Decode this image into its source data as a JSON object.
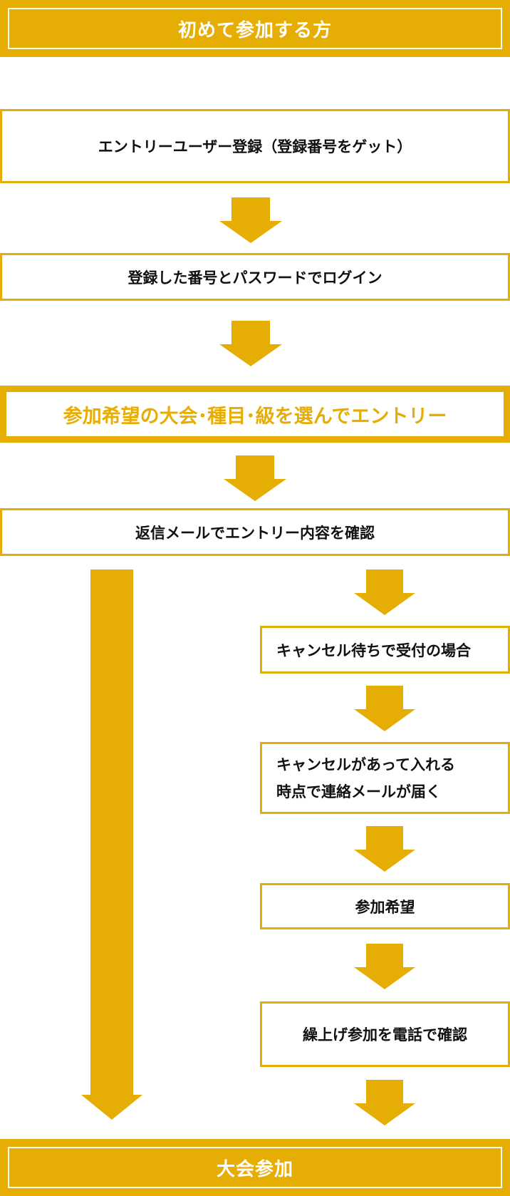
{
  "header": {
    "title": "初めて参加する方"
  },
  "steps": {
    "s1": "エントリーユーザー登録（登録番号をゲット）",
    "s2": "登録した番号とパスワードでログイン",
    "s3": "参加希望の大会･種目･級を選んでエントリー",
    "s4": "返信メールでエントリー内容を確認"
  },
  "cancel_branch": {
    "b1": "キャンセル待ちで受付の場合",
    "b2_line1": "キャンセルがあって入れる",
    "b2_line2": "時点で連絡メールが届く",
    "b3": "参加希望",
    "b4": "繰上げ参加を電話で確認"
  },
  "footer": {
    "title": "大会参加"
  },
  "colors": {
    "accent": "#e6ad04",
    "text": "#111111",
    "background": "#ffffff"
  }
}
